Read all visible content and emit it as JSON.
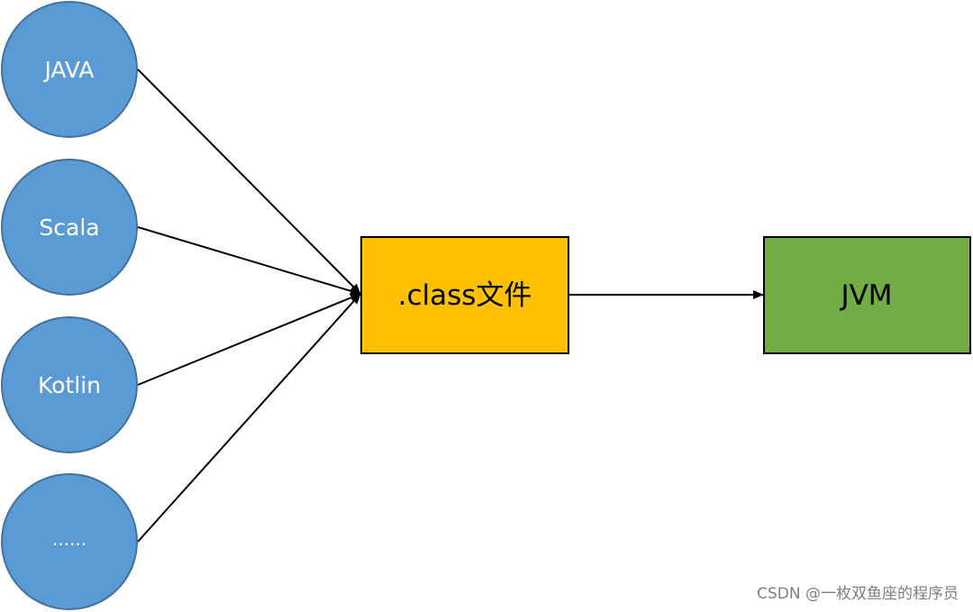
{
  "colors": {
    "source_node": "#5B9BD5",
    "source_stroke": "#41719C",
    "class_box": "#FFC000",
    "jvm_box": "#70AD47",
    "edge": "#000000"
  },
  "sources": [
    {
      "label": "JAVA"
    },
    {
      "label": "Scala"
    },
    {
      "label": "Kotlin"
    },
    {
      "label": "......"
    }
  ],
  "class_file": {
    "label": ".class文件"
  },
  "jvm": {
    "label": "JVM"
  },
  "watermark": "CSDN @一枚双鱼座的程序员"
}
